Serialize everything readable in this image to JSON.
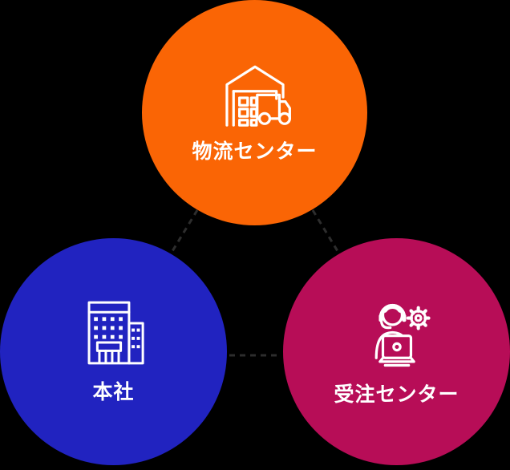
{
  "diagram": {
    "background_color": "#000000",
    "connector": {
      "color": "#2d2d2d",
      "style": "dashed"
    },
    "nodes": [
      {
        "label": "物流センター",
        "color": "#fa6505",
        "text_color": "#ffffff",
        "icon": "warehouse-truck-icon",
        "icon_color": "#ffffff"
      },
      {
        "label": "本社",
        "color": "#2123c0",
        "text_color": "#ffffff",
        "icon": "office-building-icon",
        "icon_color": "#ffffff"
      },
      {
        "label": "受注センター",
        "color": "#b70d57",
        "text_color": "#ffffff",
        "icon": "support-agent-gear-icon",
        "icon_color": "#ffffff"
      }
    ]
  }
}
